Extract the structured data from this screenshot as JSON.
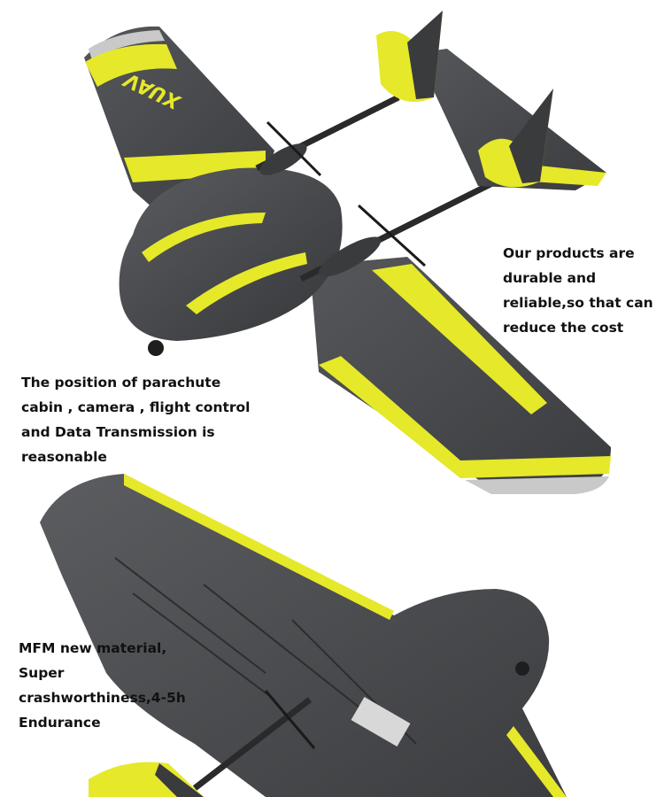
{
  "captions": {
    "durable": {
      "lines": [
        "Our products are",
        "durable and",
        "reliable,so that can",
        "reduce the cost"
      ]
    },
    "position": {
      "lines": [
        "The position of parachute",
        "cabin , camera , flight control",
        "and Data Transmission is",
        "reasonable"
      ]
    },
    "material": {
      "lines": [
        "MFM new material,",
        "Super",
        "crashworthiness,4-5h",
        "Endurance"
      ]
    }
  },
  "logo": {
    "text": "XUAV"
  },
  "colors": {
    "body": "#4a4b4d",
    "body_dark": "#3a3b3d",
    "accent": "#e6e82a",
    "stripe": "#c9c9c9",
    "background": "#ffffff"
  }
}
